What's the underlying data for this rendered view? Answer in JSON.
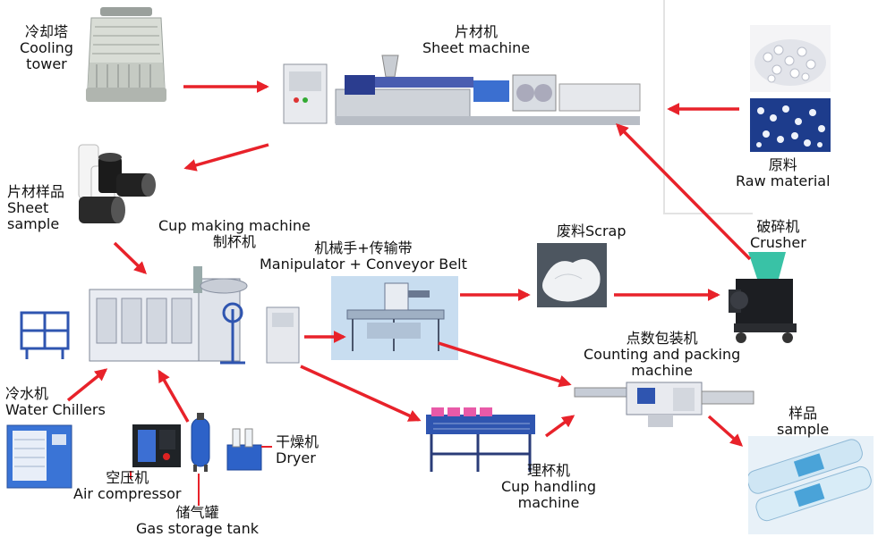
{
  "nodes": {
    "cooling_tower": {
      "zh": "冷却塔",
      "en1": "Cooling",
      "en2": "tower"
    },
    "sheet_machine": {
      "zh": "片材机",
      "en": "Sheet machine"
    },
    "raw_material": {
      "zh": "原料",
      "en": "Raw material"
    },
    "sheet_sample": {
      "zh": "片材样品",
      "en1": "Sheet",
      "en2": "sample"
    },
    "cup_making": {
      "en": "Cup making machine",
      "zh": "制杯机"
    },
    "manipulator": {
      "zh": "机械手+传输带",
      "en": "Manipulator + Conveyor Belt"
    },
    "scrap": {
      "text": "废料Scrap"
    },
    "crusher": {
      "zh": "破碎机",
      "en": "Crusher"
    },
    "counting_packing": {
      "zh": "点数包装机",
      "en1": "Counting and packing",
      "en2": "machine"
    },
    "water_chillers": {
      "zh": "冷水机",
      "en": "Water Chillers"
    },
    "air_compressor": {
      "zh": "空压机",
      "en": "Air compressor"
    },
    "gas_tank": {
      "zh": "储气罐",
      "en": "Gas storage tank"
    },
    "dryer": {
      "zh": "干燥机",
      "en": "Dryer"
    },
    "cup_handling": {
      "zh": "理杯机",
      "en1": "Cup handling",
      "en2": "machine"
    },
    "sample": {
      "zh": "样品",
      "en": "sample"
    }
  },
  "colors": {
    "arrow": "#e8222a",
    "label_text": "#111111"
  }
}
